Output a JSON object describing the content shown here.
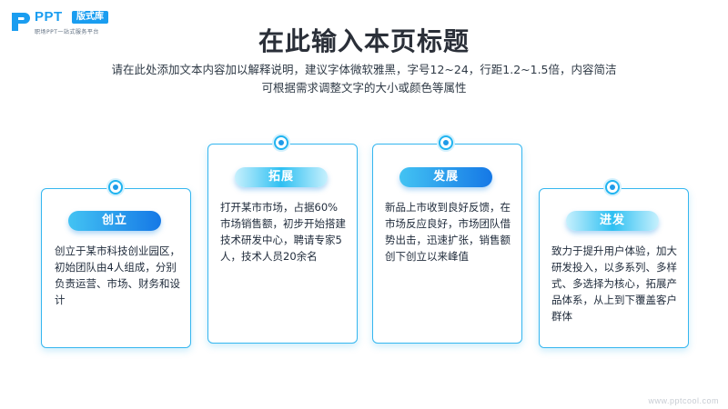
{
  "logo": {
    "brand": "PPT",
    "badge": "版式库",
    "tagline": "职场PPT一站式服务平台"
  },
  "header": {
    "title": "在此输入本页标题",
    "subtitle_line1": "请在此处添加文本内容加以解释说明，建议字体微软雅黑，字号12~24，行距1.2~1.5倍，内容简洁",
    "subtitle_line2": "可根据需求调整文字的大小或颜色等属性"
  },
  "cards": [
    {
      "label": "创立",
      "text": "创立于某市科技创业园区，初始团队由4人组成，分别负责运营、市场、财务和设计"
    },
    {
      "label": "拓展",
      "text": "打开某市市场，占据60%市场销售额，初步开始搭建技术研发中心，聘请专家5人，技术人员20余名"
    },
    {
      "label": "发展",
      "text": "新品上市收到良好反馈，在市场反应良好，市场团队借势出击，迅速扩张，销售额创下创立以来峰值"
    },
    {
      "label": "进发",
      "text": "致力于提升用户体验，加大研发投入，以多系列、多样式、多选择为核心，拓展产品体系，从上到下覆盖客户群体"
    }
  ],
  "watermark": "www.pptcool.com",
  "colors": {
    "accent": "#1a9df0",
    "card_border": "#35b6ef"
  }
}
